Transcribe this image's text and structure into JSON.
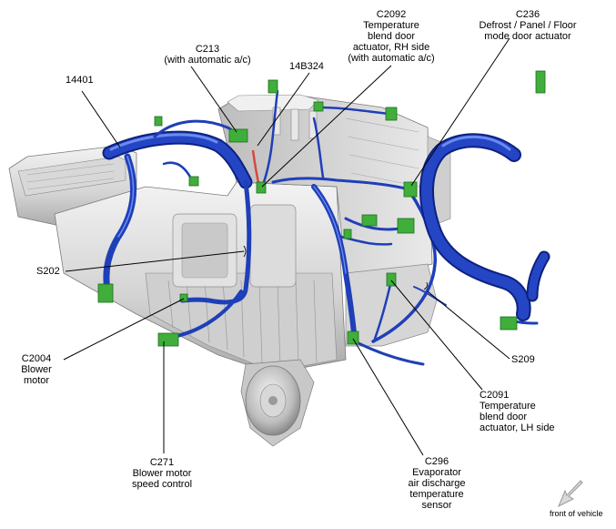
{
  "labels": {
    "c14401": [
      "14401"
    ],
    "c213": [
      "C213",
      "(with automatic a/c)"
    ],
    "c14b324": [
      "14B324"
    ],
    "c2092": [
      "C2092",
      "Temperature",
      "blend door",
      "actuator, RH side",
      "(with automatic a/c)"
    ],
    "c236": [
      "C236",
      "Defrost / Panel / Floor",
      "mode door actuator"
    ],
    "s202": [
      "S202"
    ],
    "c2004": [
      "C2004",
      "Blower",
      "motor"
    ],
    "c271": [
      "C271",
      "Blower motor",
      "speed control"
    ],
    "c296": [
      "C296",
      "Evaporator",
      "air discharge",
      "temperature",
      "sensor"
    ],
    "c2091": [
      "C2091",
      "Temperature",
      "blend door",
      "actuator, LH side"
    ],
    "s209": [
      "S209"
    ],
    "front": [
      "front of vehicle"
    ]
  },
  "icons": {
    "front_arrow": "direction-arrow-icon"
  },
  "colors": {
    "harness": "#1f3fb8",
    "harness_highlight": "#5c7de8",
    "harness_dark": "#0c1f7a",
    "connector": "#3fae3a",
    "connector_dark": "#1f6d1e",
    "housing_light": "#e6e6e6",
    "housing_mid": "#c4c4c4",
    "housing_dark": "#8e8e8e",
    "red_wire": "#d9473c"
  }
}
